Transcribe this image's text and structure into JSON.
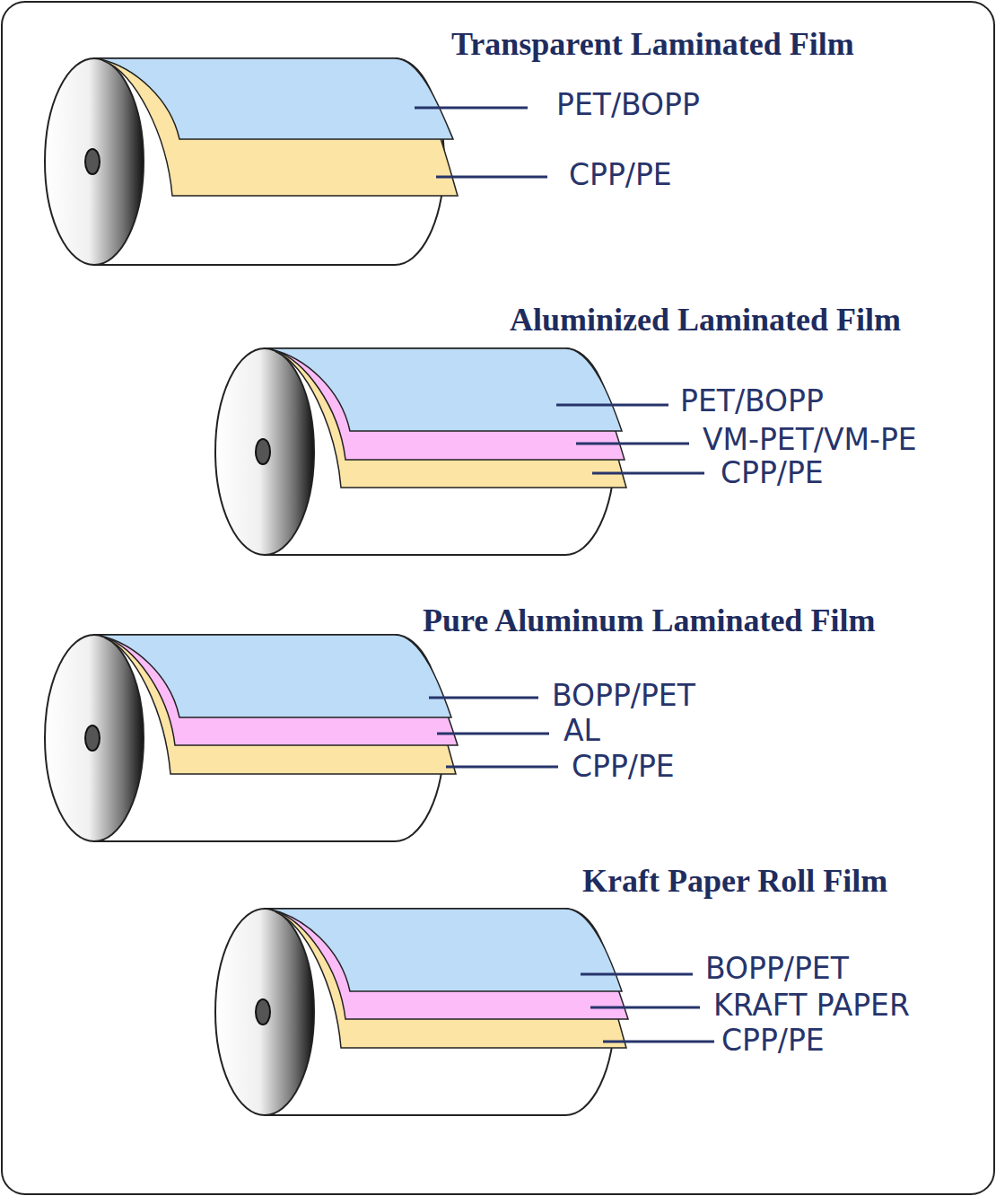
{
  "diagram": {
    "labels": [
      "Transparent Laminated Film",
      "PET/BOPP",
      "CPP/PE",
      "Aluminized Laminated Film",
      "PET/BOPP",
      "VM-PET/VM-PE",
      "CPP/PE",
      "Pure Aluminum Laminated Film",
      "BOPP/PET",
      "AL",
      "CPP/PE",
      "Kraft Paper Roll Film",
      "BOPP/PET",
      "KRAFT PAPER",
      "CPP/PE"
    ]
  }
}
